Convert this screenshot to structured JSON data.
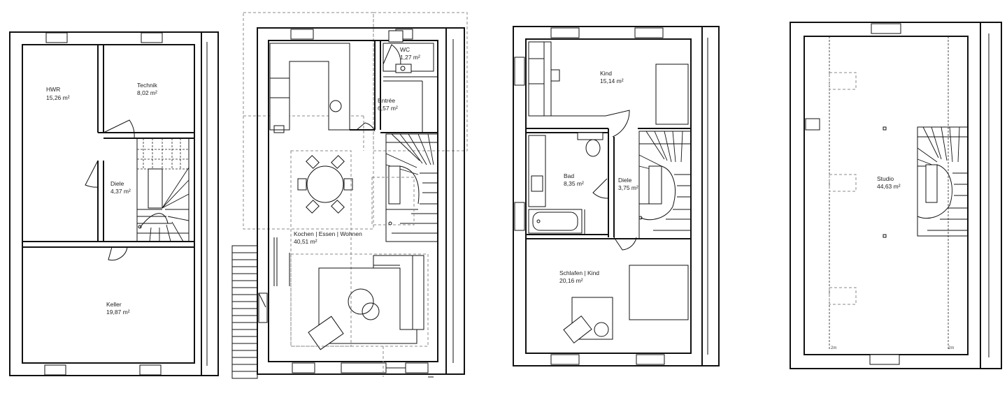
{
  "rooms": {
    "hwr": {
      "name": "HWR",
      "area": "15,26 m²"
    },
    "technik": {
      "name": "Technik",
      "area": "8,02 m²"
    },
    "diele_k": {
      "name": "Diele",
      "area": "4,37 m²"
    },
    "keller": {
      "name": "Keller",
      "area": "19,87 m²"
    },
    "wc": {
      "name": "WC",
      "area": "1,27 m²"
    },
    "entree": {
      "name": "Entrée",
      "area": "6,57 m²"
    },
    "kew": {
      "name": "Kochen | Essen | Wohnen",
      "area": "40,51 m²"
    },
    "kind": {
      "name": "Kind",
      "area": "15,14 m²"
    },
    "bad": {
      "name": "Bad",
      "area": "8,35 m²"
    },
    "diele_o": {
      "name": "Diele",
      "area": "3,75 m²"
    },
    "schlafen": {
      "name": "Schlafen | Kind",
      "area": "20,16 m²"
    },
    "studio": {
      "name": "Studio",
      "area": "44,63 m²"
    }
  },
  "dimension_marks": {
    "left": "2m",
    "right": "2m"
  }
}
